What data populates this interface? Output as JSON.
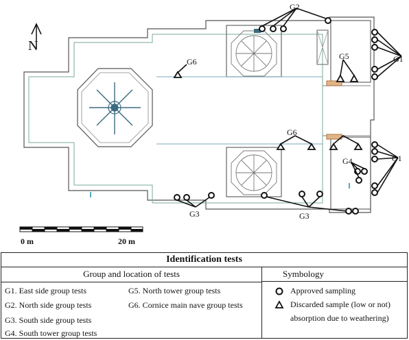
{
  "plan": {
    "north": "N",
    "scale_start": "0 m",
    "scale_end": "20 m",
    "labels": {
      "g1_top": "G1",
      "g1_bottom": "G1",
      "g2": "G2",
      "g3_left": "G3",
      "g3_right": "G3",
      "g4": "G4",
      "g5": "G5",
      "g6_left": "G6",
      "g6_center": "G6"
    }
  },
  "panel": {
    "title": "Identification tests",
    "groups_header": "Group and location of tests",
    "symbology_header": "Symbology",
    "groups": [
      "G1. East side group tests",
      "G2. North side group tests",
      "G3. South side group tests",
      "G4. South tower group tests",
      "G5. North tower group tests",
      "G6. Cornice main nave group tests"
    ],
    "symbols": {
      "approved": "Approved sampling",
      "discarded_line1": "Discarded sample (low or not)",
      "discarded_line2": "absorption due to weathering)"
    }
  }
}
